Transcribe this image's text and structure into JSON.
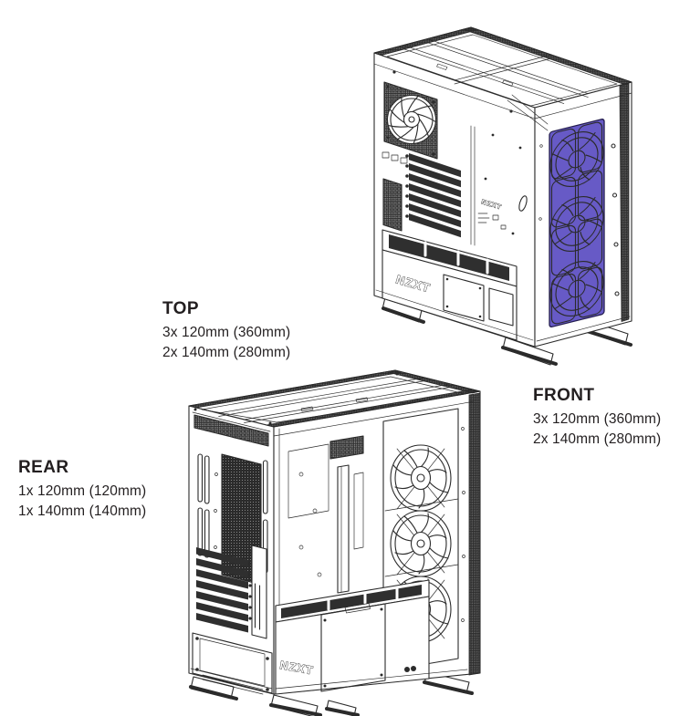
{
  "colors": {
    "background": "#ffffff",
    "line_art": "#2b2b2b",
    "highlight_purple": "#675ac6",
    "text": "#231f20"
  },
  "brand_logo": "NZXT",
  "callouts": {
    "top": {
      "title": "TOP",
      "spec_1": "3x 120mm (360mm)",
      "spec_2": "2x 140mm (280mm)"
    },
    "front": {
      "title": "FRONT",
      "spec_1": "3x 120mm (360mm)",
      "spec_2": "2x 140mm (280mm)"
    },
    "rear": {
      "title": "REAR",
      "spec_1": "1x 120mm (120mm)",
      "spec_2": "1x 140mm (140mm)"
    }
  },
  "figures": {
    "upper": "pc-case-isometric-front-fan-wall-highlighted",
    "lower": "pc-case-isometric-rear-panel-open-side"
  }
}
